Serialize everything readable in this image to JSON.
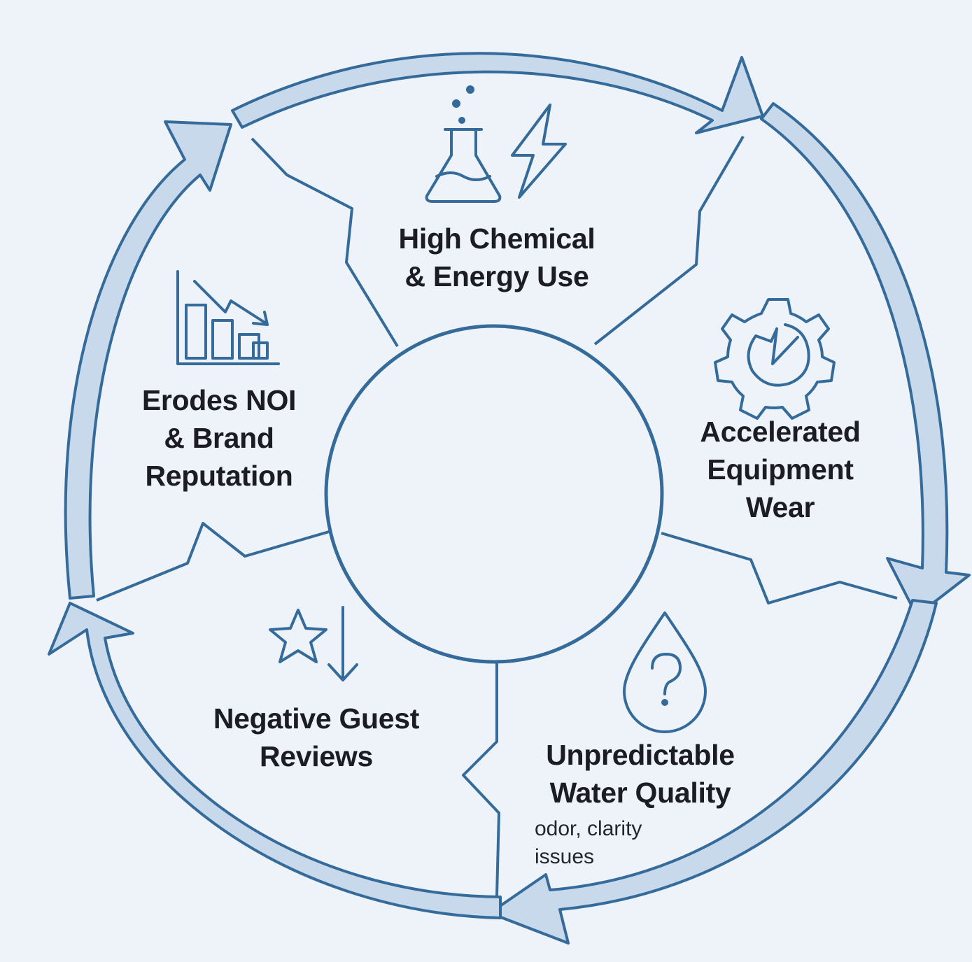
{
  "colors": {
    "background": "#eef3f9",
    "stroke": "#346b9a",
    "ring_fill": "#c7d9eb",
    "text": "#1b1d22"
  },
  "segments": [
    {
      "id": "chemical",
      "icon": "flask-icon lightning-icon",
      "lines": [
        "High Chemical",
        "& Energy Use"
      ]
    },
    {
      "id": "equipment",
      "icon": "broken-gear-icon",
      "lines": [
        "Accelerated",
        "Equipment",
        "Wear"
      ]
    },
    {
      "id": "water",
      "icon": "water-drop-question-icon",
      "lines": [
        "Unpredictable",
        "Water Quality"
      ],
      "note_lines": [
        "odor, clarity",
        "issues"
      ]
    },
    {
      "id": "reviews",
      "icon": "star-down-arrow-icon",
      "lines": [
        "Negative Guest",
        "Reviews"
      ]
    },
    {
      "id": "noi",
      "icon": "declining-bar-chart-icon",
      "lines": [
        "Erodes NOI",
        "& Brand",
        "Reputation"
      ]
    }
  ]
}
